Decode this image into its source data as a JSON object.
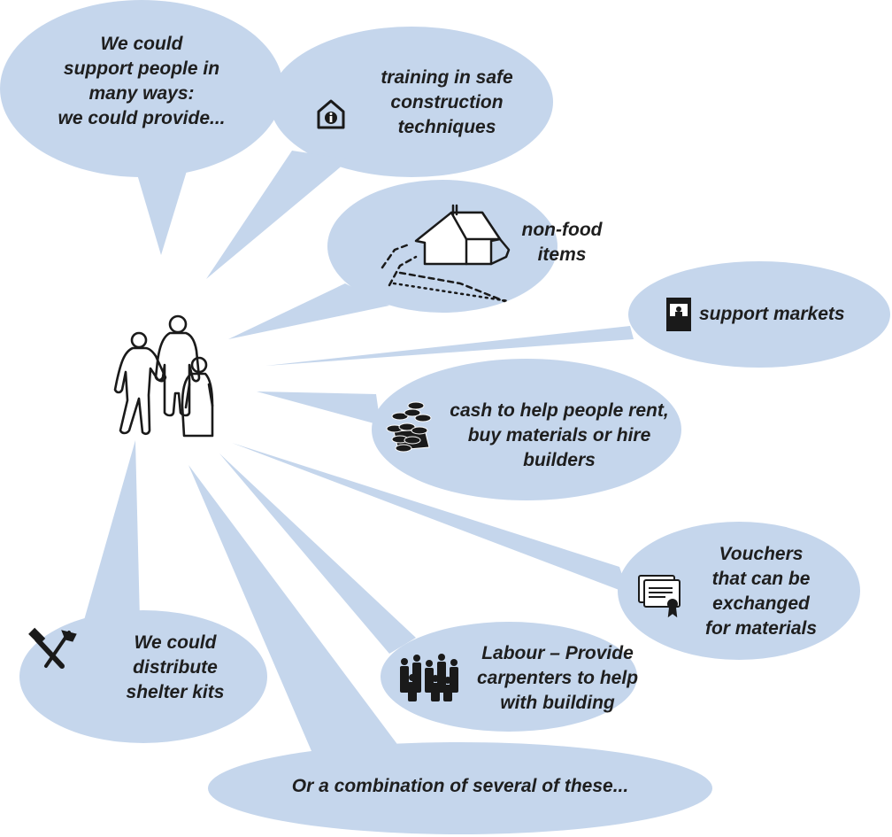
{
  "colors": {
    "bubble_fill": "#c5d6ec",
    "text": "#1e1e1e",
    "icon": "#1a1a1a",
    "background": "#ffffff"
  },
  "bubbles": {
    "intro": "We could\nsupport people in\nmany ways:\nwe could provide...",
    "training": "training in safe\nconstruction\ntechniques",
    "nonfood": "non-food\nitems",
    "markets": "support markets",
    "cash": "cash to help people rent,\nbuy materials or hire\nbuilders",
    "vouchers": "Vouchers\nthat can be\nexchanged\nfor materials",
    "labour": "Labour – Provide\ncarpenters to help\nwith building",
    "shelter_kits": "We could\ndistribute\nshelter kits",
    "combination": "Or a combination of several of these..."
  },
  "icons": {
    "training": "house-info-icon",
    "nonfood": "house-sketch-icon",
    "markets": "market-stall-icon",
    "cash": "coins-icon",
    "vouchers": "voucher-icon",
    "labour": "people-group-icon",
    "shelter_kits": "hammer-saw-icon",
    "center": "family-icon"
  }
}
